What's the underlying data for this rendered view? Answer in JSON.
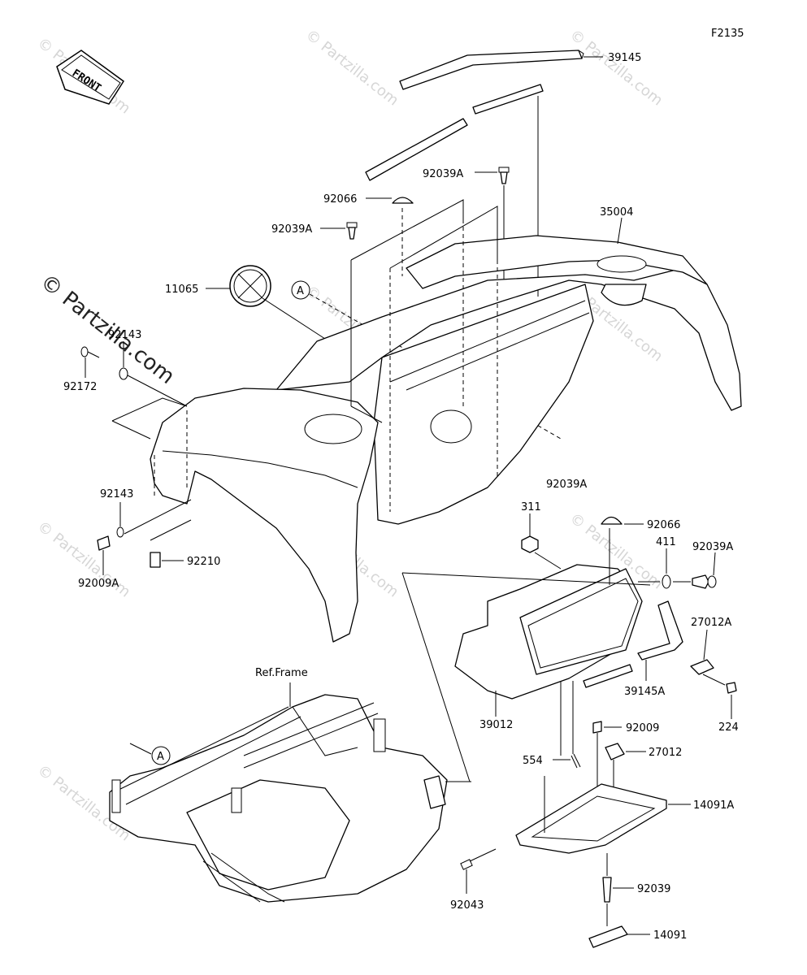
{
  "diagram": {
    "code": "F2135",
    "front_label": "FRONT",
    "ref_frame_label": "Ref.Frame",
    "callout_a": "A",
    "watermark_main": "© Partzilla.com",
    "watermark_small": "© Partzilla.com",
    "parts": {
      "p39145": "39145",
      "p92039A_top": "92039A",
      "p92066_top": "92066",
      "p35004": "35004",
      "p92039A_left": "92039A",
      "p11065": "11065",
      "p92143_top": "92143",
      "p92172": "92172",
      "p92039A_mid": "92039A",
      "p92143_low": "92143",
      "p92009A": "92009A",
      "p92210": "92210",
      "p311": "311",
      "p92066_low": "92066",
      "p411": "411",
      "p92039A_right": "92039A",
      "p27012A": "27012A",
      "p39145A": "39145A",
      "p39012": "39012",
      "p224": "224",
      "p92009": "92009",
      "p554": "554",
      "p27012": "27012",
      "p14091A": "14091A",
      "p92039": "92039",
      "p92043": "92043",
      "p14091": "14091"
    }
  }
}
